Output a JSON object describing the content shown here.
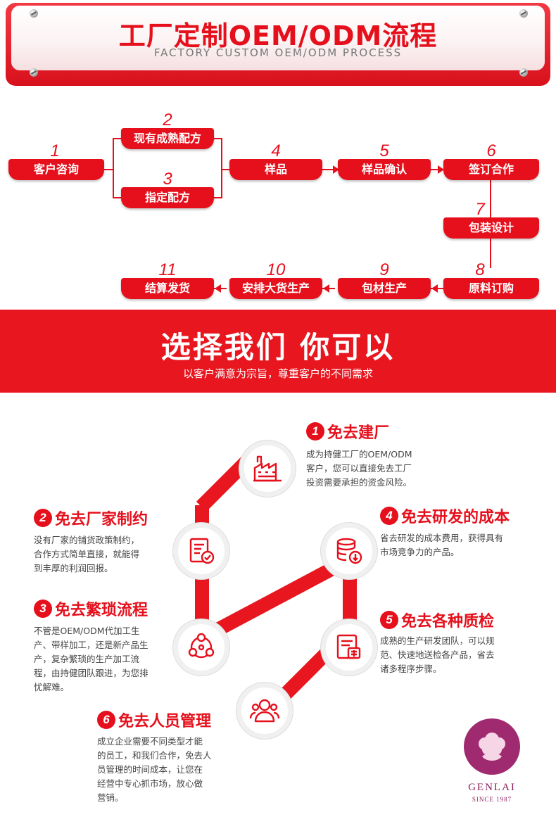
{
  "banner": {
    "title": "工厂定制OEM/ODM流程",
    "subtitle": "FACTORY CUSTOM OEM/ODM PROCESS"
  },
  "process": {
    "steps": [
      {
        "num": "1",
        "label": "客户咨询"
      },
      {
        "num": "2",
        "label": "现有成熟配方"
      },
      {
        "num": "3",
        "label": "指定配方"
      },
      {
        "num": "4",
        "label": "样品"
      },
      {
        "num": "5",
        "label": "样品确认"
      },
      {
        "num": "6",
        "label": "签订合作"
      },
      {
        "num": "7",
        "label": "包装设计"
      },
      {
        "num": "8",
        "label": "原料订购"
      },
      {
        "num": "9",
        "label": "包材生产"
      },
      {
        "num": "10",
        "label": "安排大货生产"
      },
      {
        "num": "11",
        "label": "结算发货"
      }
    ]
  },
  "choose": {
    "title": "选择我们  你可以",
    "subtitle": "以客户满意为宗旨，尊重客户的不同需求"
  },
  "benefits": [
    {
      "num": "1",
      "title": "免去建厂",
      "desc": [
        "成为持健工厂的OEM/ODM",
        "客户，您可以直接免去工厂",
        "投资需要承担的资金风险。"
      ],
      "icon": "factory-icon"
    },
    {
      "num": "2",
      "title": "免去厂家制约",
      "desc": [
        "没有厂家的铺货政策制约，",
        "合作方式简单直接，就能得",
        "到丰厚的利润回报。"
      ],
      "icon": "document-check-icon"
    },
    {
      "num": "3",
      "title": "免去繁琐流程",
      "desc": [
        "不管是OEM/ODM代加工生",
        "产、带样加工，还是新产品生",
        "产，复杂繁琐的生产加工流",
        "程，由持健团队跟进，为您排",
        "忧解难。"
      ],
      "icon": "cycle-icon"
    },
    {
      "num": "4",
      "title": "免去研发的成本",
      "desc": [
        "省去研发的成本费用，获得具有",
        "市场竞争力的产品。"
      ],
      "icon": "database-icon"
    },
    {
      "num": "5",
      "title": "免去各种质检",
      "desc": [
        "成熟的生产研发团队，可以规",
        "范、快速地送检各产品，省去",
        "诸多程序步骤。"
      ],
      "icon": "inspection-icon"
    },
    {
      "num": "6",
      "title": "免去人员管理",
      "desc": [
        "成立企业需要不同类型才能",
        "的员工，和我们合作，免去人",
        "员管理的时间成本，让您在",
        "经营中专心抓市场，放心做",
        "营销。"
      ],
      "icon": "people-icon"
    }
  ],
  "logo": {
    "name": "GENLAI",
    "since": "SINCE 1987"
  },
  "colors": {
    "primary": "#e5101c",
    "logo": "#a02a70"
  }
}
